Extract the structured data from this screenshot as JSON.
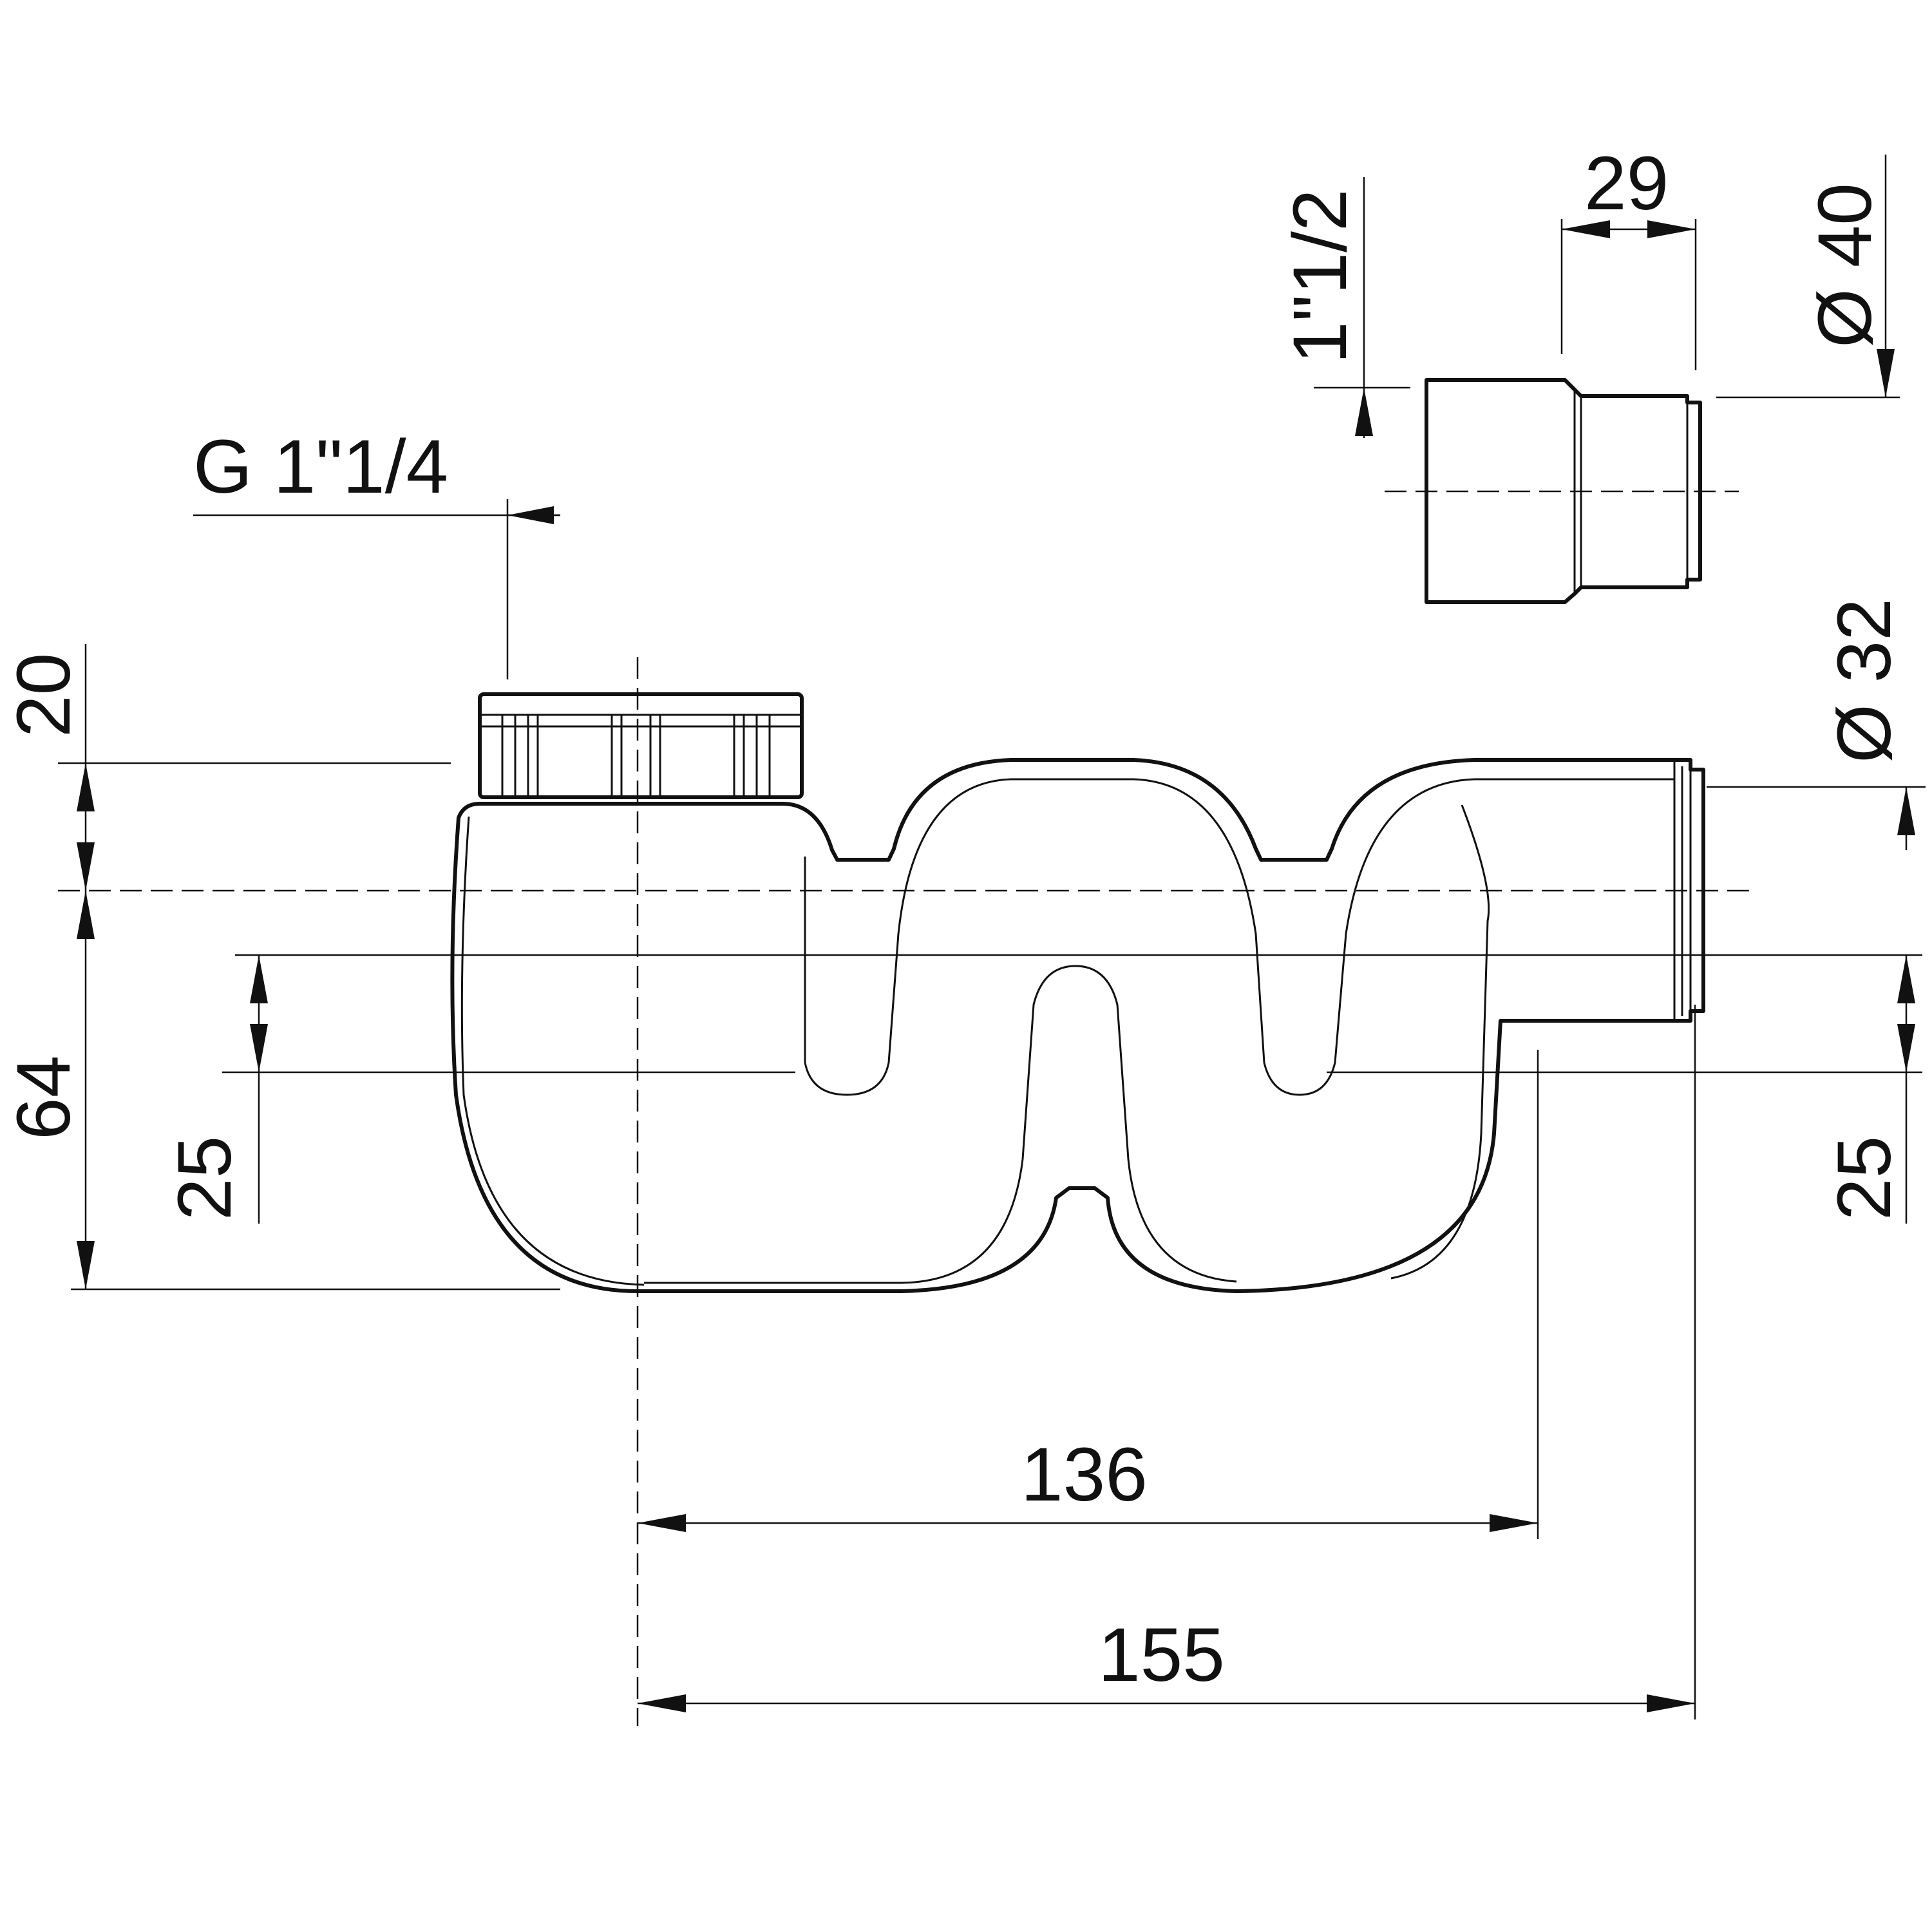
{
  "dimensions": {
    "inlet_thread": "G 1\"1/4",
    "cap_height": "20",
    "trap_depth": "64",
    "left_offset": "25",
    "right_offset": "25",
    "outlet_distance": "136",
    "overall_length": "155",
    "outlet_diameter": "Ø 32",
    "adapter_length": "29",
    "adapter_thread": "1\"1/2",
    "adapter_diameter": "Ø 40"
  },
  "colors": {
    "line": "#111111",
    "background": "#ffffff"
  }
}
